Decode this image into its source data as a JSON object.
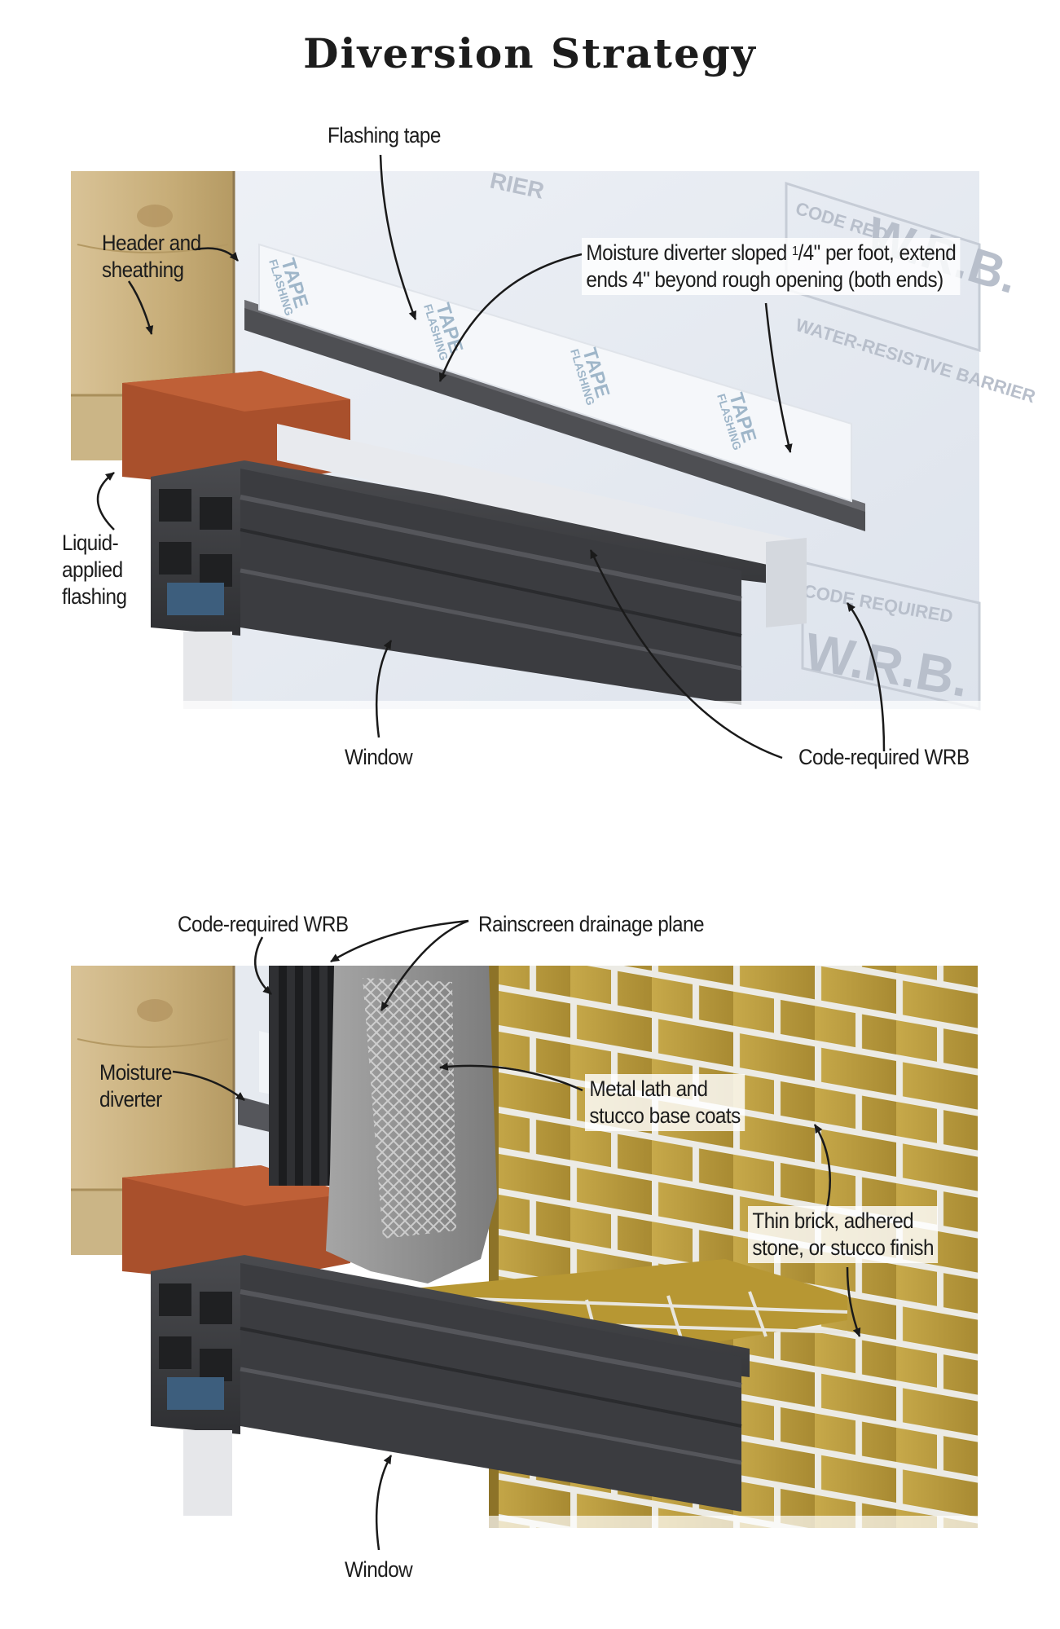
{
  "title": "Diversion Strategy",
  "top_panel": {
    "labels": {
      "flashing_tape": "Flashing tape",
      "header_line1": "Header and",
      "header_line2": "sheathing",
      "diverter_line1_a": "Moisture diverter sloped ",
      "diverter_line1_frac": "1",
      "diverter_line1_b": "/4\" per foot, extend",
      "diverter_line2": "ends 4\" beyond rough opening (both ends)",
      "liquid_line1": "Liquid-",
      "liquid_line2": "applied",
      "liquid_line3": "flashing",
      "window": "Window",
      "wrb": "Code-required WRB"
    },
    "printed_text": {
      "tape_brand_1": "FLASHING",
      "tape_brand_2": "TAPE",
      "wrb_print_1": "RIER",
      "wrb_print_2": "CODE REQ",
      "wrb_print_3": "W.R.B.",
      "wrb_print_4": "WATER-RESISTIVE BARRIER",
      "wrb_print_5": "CODE REQUIRED",
      "wrb_print_6": "W.R.B."
    }
  },
  "bottom_panel": {
    "labels": {
      "wrb": "Code-required WRB",
      "rainscreen": "Rainscreen drainage plane",
      "moisture_line1": "Moisture",
      "moisture_line2": "diverter",
      "lath_line1": "Metal lath and",
      "lath_line2": "stucco base coats",
      "brick_line1": "Thin brick, adhered",
      "brick_line2": "stone, or stucco finish",
      "window": "Window"
    }
  },
  "colors": {
    "wood": "#c9b27f",
    "liquid_flashing": "#a9502c",
    "wrb": "#e3e8ef",
    "window_frame": "#3a3b3e",
    "diverter": "#4e4f53",
    "brick": "#b89a3c",
    "mortar": "#eceae4",
    "stucco": "#8e8e8e"
  }
}
